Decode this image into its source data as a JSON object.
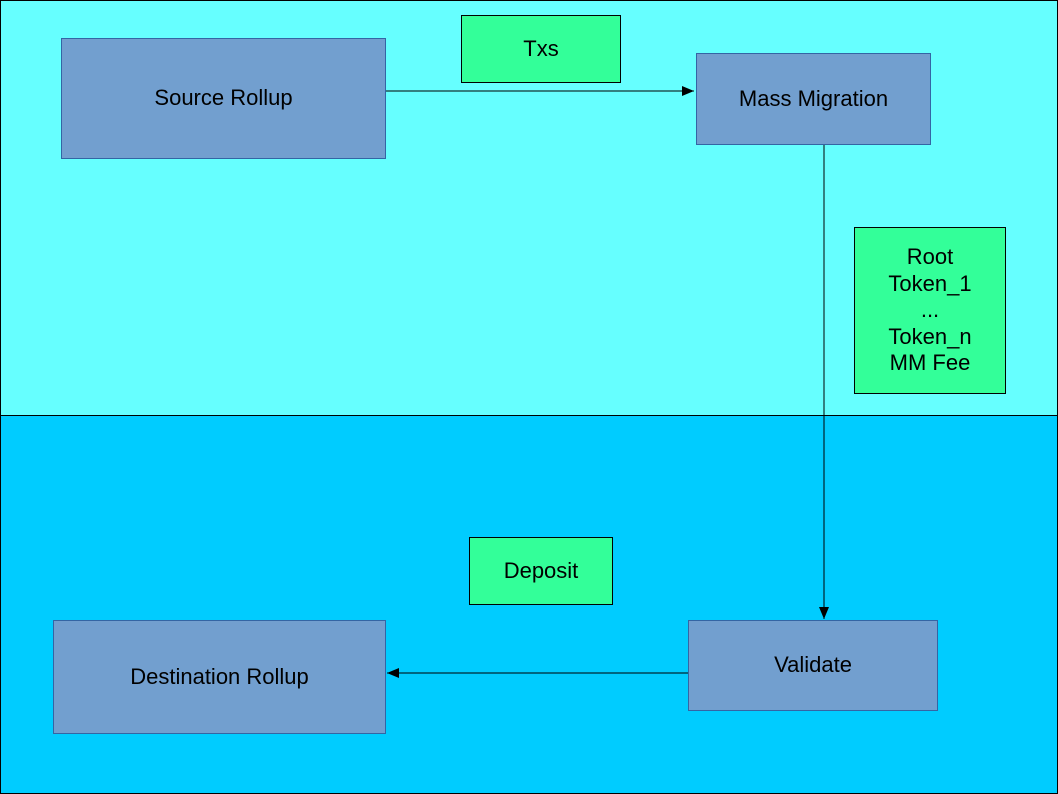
{
  "colors": {
    "region_top": "#66ffff",
    "region_bottom": "#00ccff",
    "process_fill": "#729fcf",
    "label_fill": "#33ff99",
    "line": "#000000"
  },
  "nodes": {
    "source_rollup": "Source Rollup",
    "mass_migration": "Mass Migration",
    "validate": "Validate",
    "destination_rollup": "Destination Rollup"
  },
  "labels": {
    "txs": "Txs",
    "deposit": "Deposit",
    "payload_lines": [
      "Root",
      "Token_1",
      "...",
      "Token_n",
      "MM Fee"
    ]
  }
}
